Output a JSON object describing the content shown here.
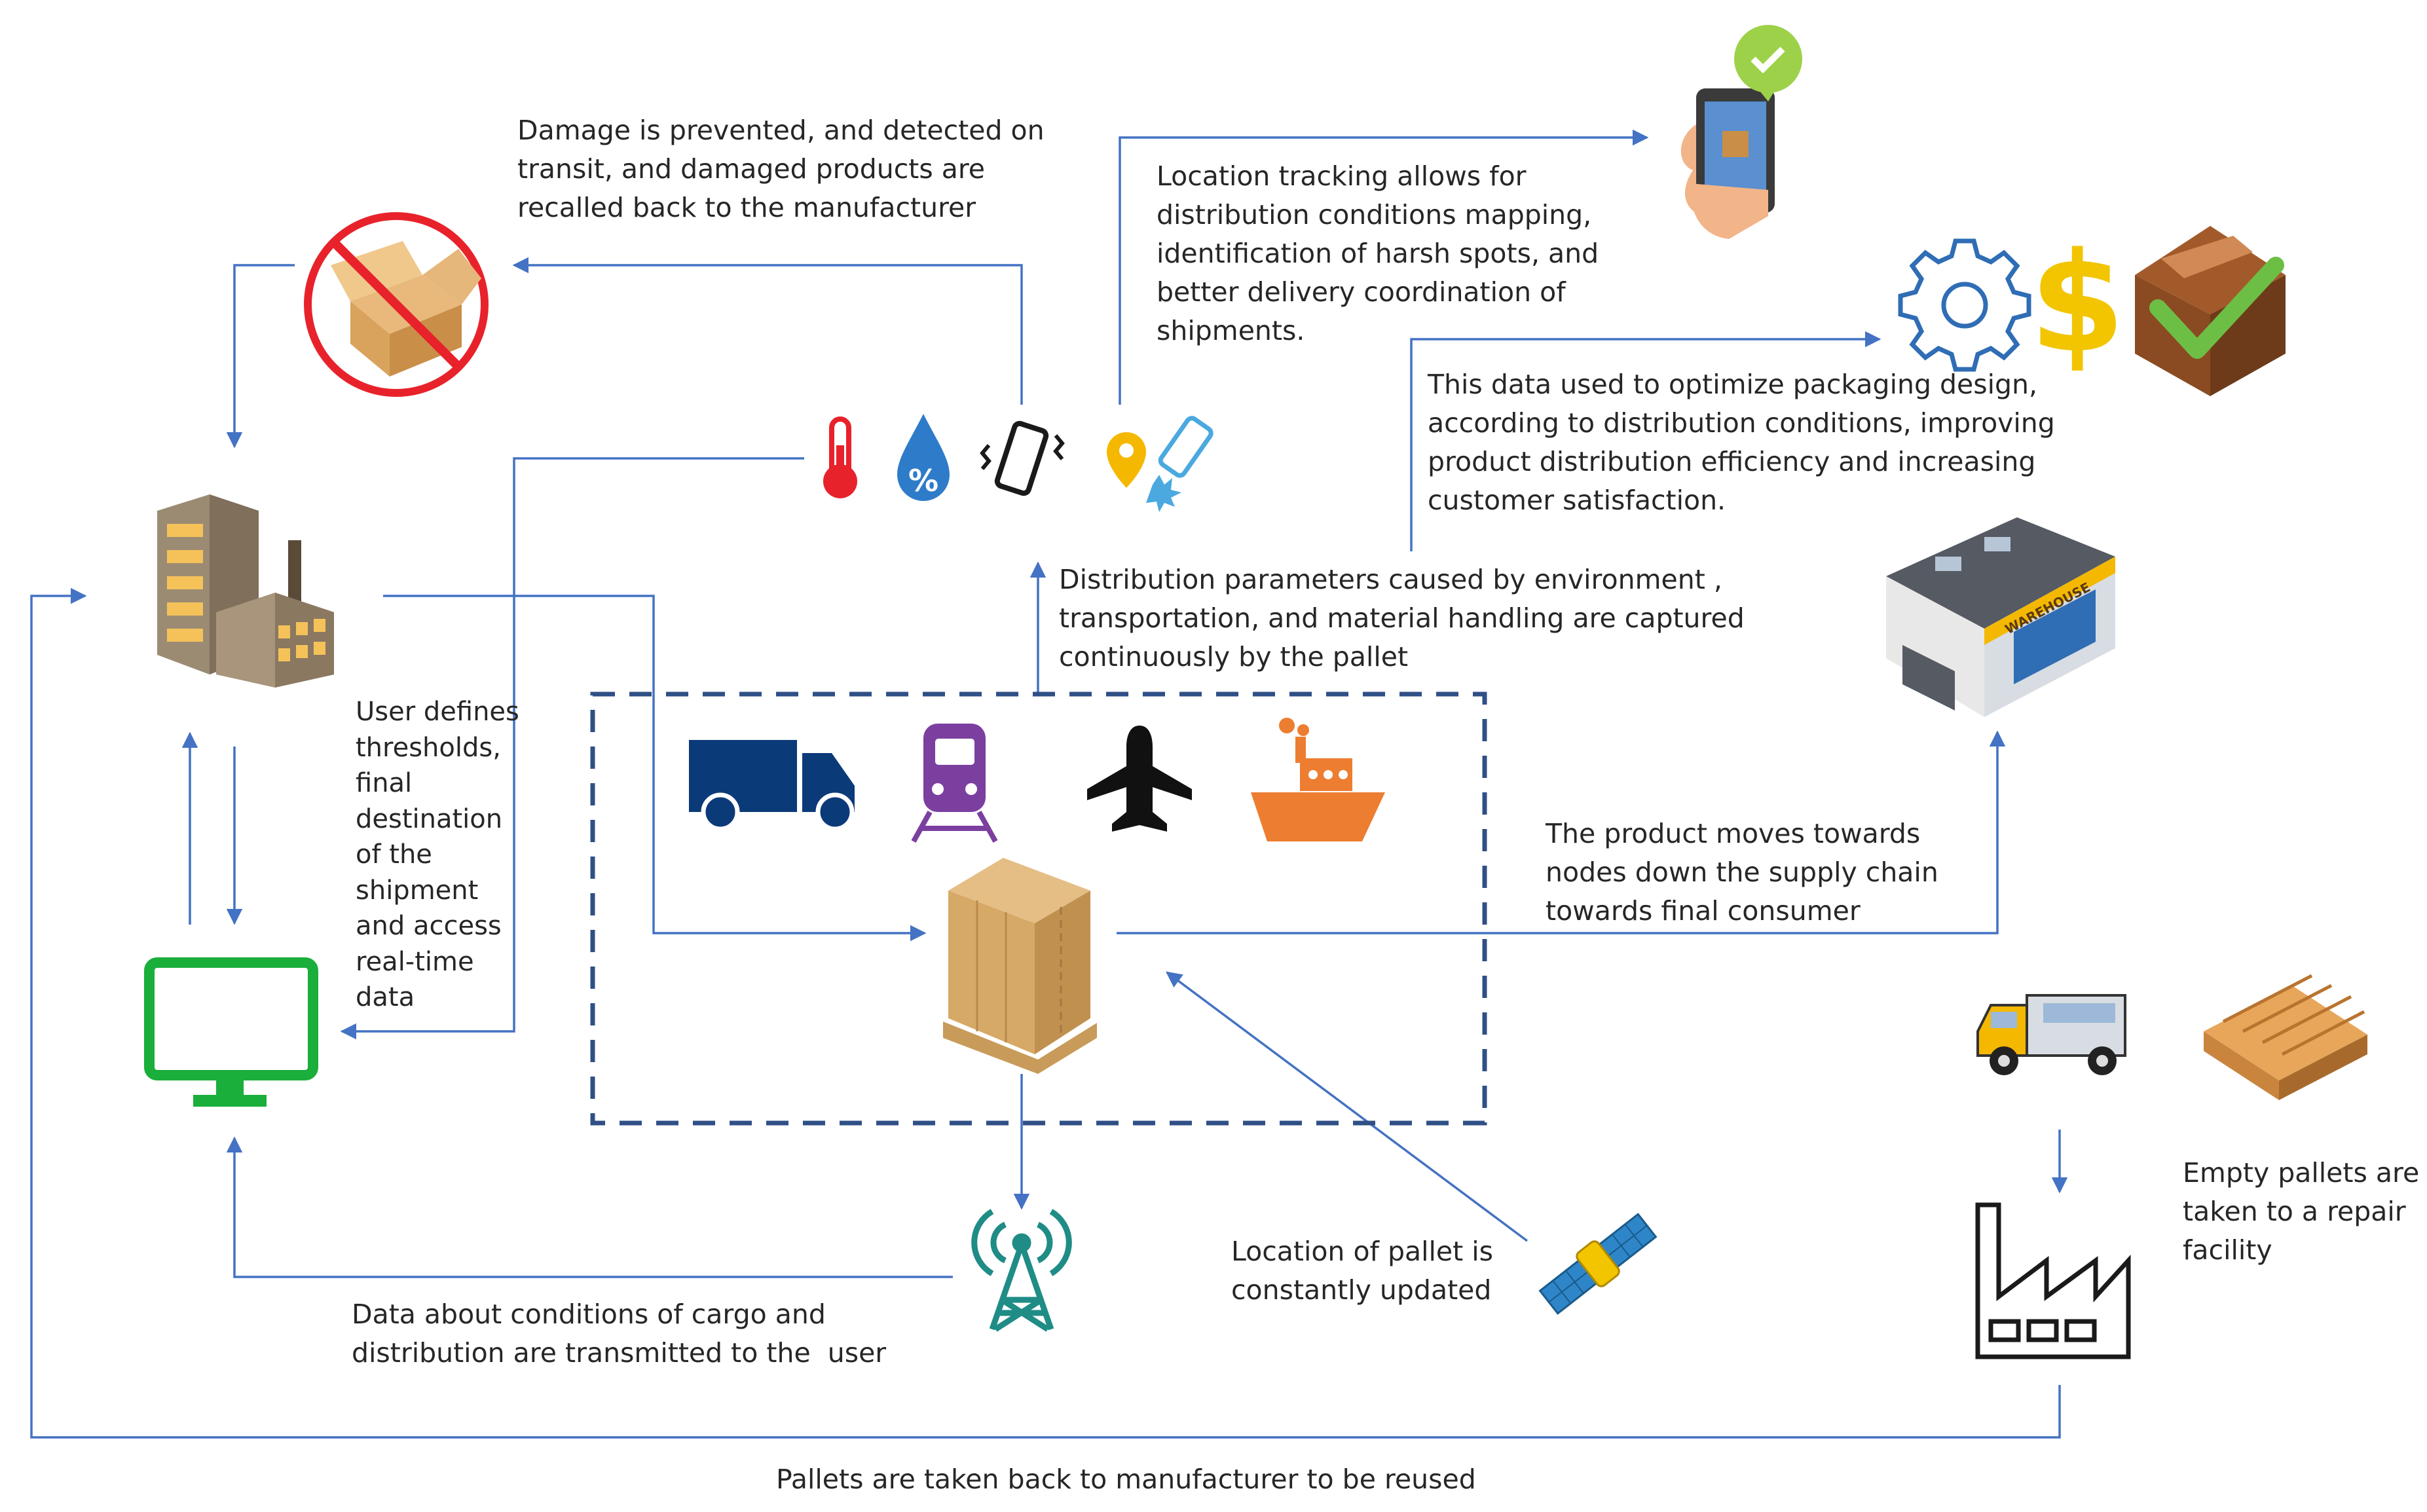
{
  "annotations": {
    "damage": "Damage is prevented, and detected on\ntransit, and damaged products are\nrecalled back to the manufacturer",
    "location_tracking": "Location tracking allows for\ndistribution conditions mapping,\nidentification of harsh spots, and\nbetter delivery coordination of\nshipments.",
    "optimize": "This data used to optimize packaging design,\naccording to distribution conditions, improving\nproduct distribution efficiency and increasing\ncustomer satisfaction.",
    "distribution_params": "Distribution parameters caused by environment ,\ntransportation, and material handling are captured\ncontinuously by the pallet",
    "user_defines": "User defines\nthresholds,\nfinal\ndestination\nof the\nshipment\nand access\nreal-time\ndata",
    "product_moves": "The product moves towards\nnodes down the supply chain\ntowards final consumer",
    "location_updated": "Location of pallet is\nconstantly updated",
    "data_transmitted": "Data about conditions of cargo and\ndistribution are transmitted to the  user",
    "empty_pallets": "Empty pallets are\ntaken to a repair\nfacility",
    "pallets_back": "Pallets are taken back to manufacturer to be reused"
  },
  "icons": {
    "sensors": [
      "thermometer-icon",
      "humidity-icon",
      "vibration-icon",
      "location-pin-icon",
      "shock-icon"
    ],
    "transport": [
      "truck-icon",
      "train-icon",
      "airplane-icon",
      "ship-icon"
    ],
    "others": [
      "damaged-box-icon",
      "factory-icon",
      "monitor-icon",
      "pallet-boxes-icon",
      "cell-tower-icon",
      "satellite-icon",
      "smartphone-icon",
      "gear-icon",
      "dollar-icon",
      "approved-box-icon",
      "warehouse-icon",
      "van-icon",
      "wooden-pallet-icon",
      "repair-facility-icon"
    ]
  },
  "warehouse_sign": "WAREHOUSE",
  "colors": {
    "arrow": "#4472C4",
    "dashed_box": "#2F4F86",
    "transport_blue": "#0B3A78",
    "train_purple": "#7B3FA0",
    "ship_orange": "#ED7D31",
    "monitor_green": "#1AAE3B",
    "tower_teal": "#1F8C86",
    "gear_blue": "#2F6DB5",
    "dollar_yellow": "#F2C500",
    "check_green": "#6DBE45",
    "box_brown": "#8A4B22",
    "thermometer_red": "#E8222B",
    "pin_yellow": "#F5B800"
  }
}
